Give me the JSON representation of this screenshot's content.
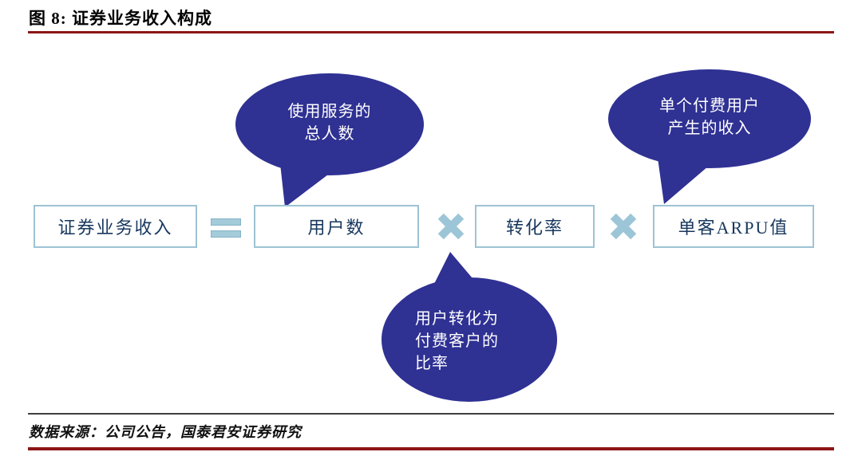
{
  "title": "图 8: 证券业务收入构成",
  "source": "数据来源：公司公告，国泰君安证券研究",
  "formula": {
    "result": "证券业务收入",
    "equals_symbol": "=",
    "multiply_symbol": "×",
    "factor_users": "用户数",
    "factor_conversion": "转化率",
    "factor_arpu": "单客ARPU值"
  },
  "bubbles": {
    "users": {
      "lines": [
        "使用服务的",
        "总人数"
      ]
    },
    "arpu": {
      "lines": [
        "单个付费用户",
        "产生的收入"
      ]
    },
    "conversion": {
      "lines": [
        "用户转化为",
        "付费客户的",
        "比率"
      ]
    }
  },
  "colors": {
    "rule_red": "#8C1515",
    "bubble_fill": "#2F3193",
    "box_border": "#9DC3D4",
    "box_text": "#17375E",
    "operator_blue": "#9CC6D8"
  }
}
